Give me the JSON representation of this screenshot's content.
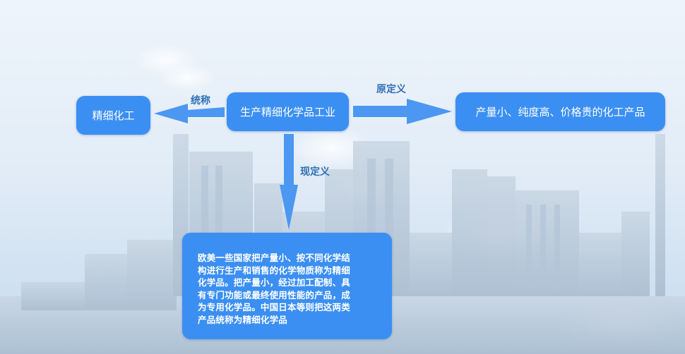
{
  "diagram": {
    "source_node": "生产精细化学品工业",
    "left_node": "精细化工",
    "right_node": "产量小、纯度高、价格贵的化工产品",
    "bottom_node_lines": [
      "欧美一些国家把产量小、按不同化学结",
      "构进行生产和销售的化学物质称为精细",
      "化学品。把产量小，经过加工配制、具",
      "有专门功能或最终使用性能的产品，成",
      "为专用化学品。中国日本等则把这两类",
      "产品统称为精细化学品"
    ],
    "edges": {
      "left_label": "统称",
      "right_label": "原定义",
      "down_label": "现定义"
    }
  },
  "colors": {
    "box": "#3b8ff3",
    "arrow": "#4b97f2",
    "label": "#2f6fb4",
    "sky_top": "#eaf2fa",
    "sky_bottom": "#c9dcee"
  }
}
